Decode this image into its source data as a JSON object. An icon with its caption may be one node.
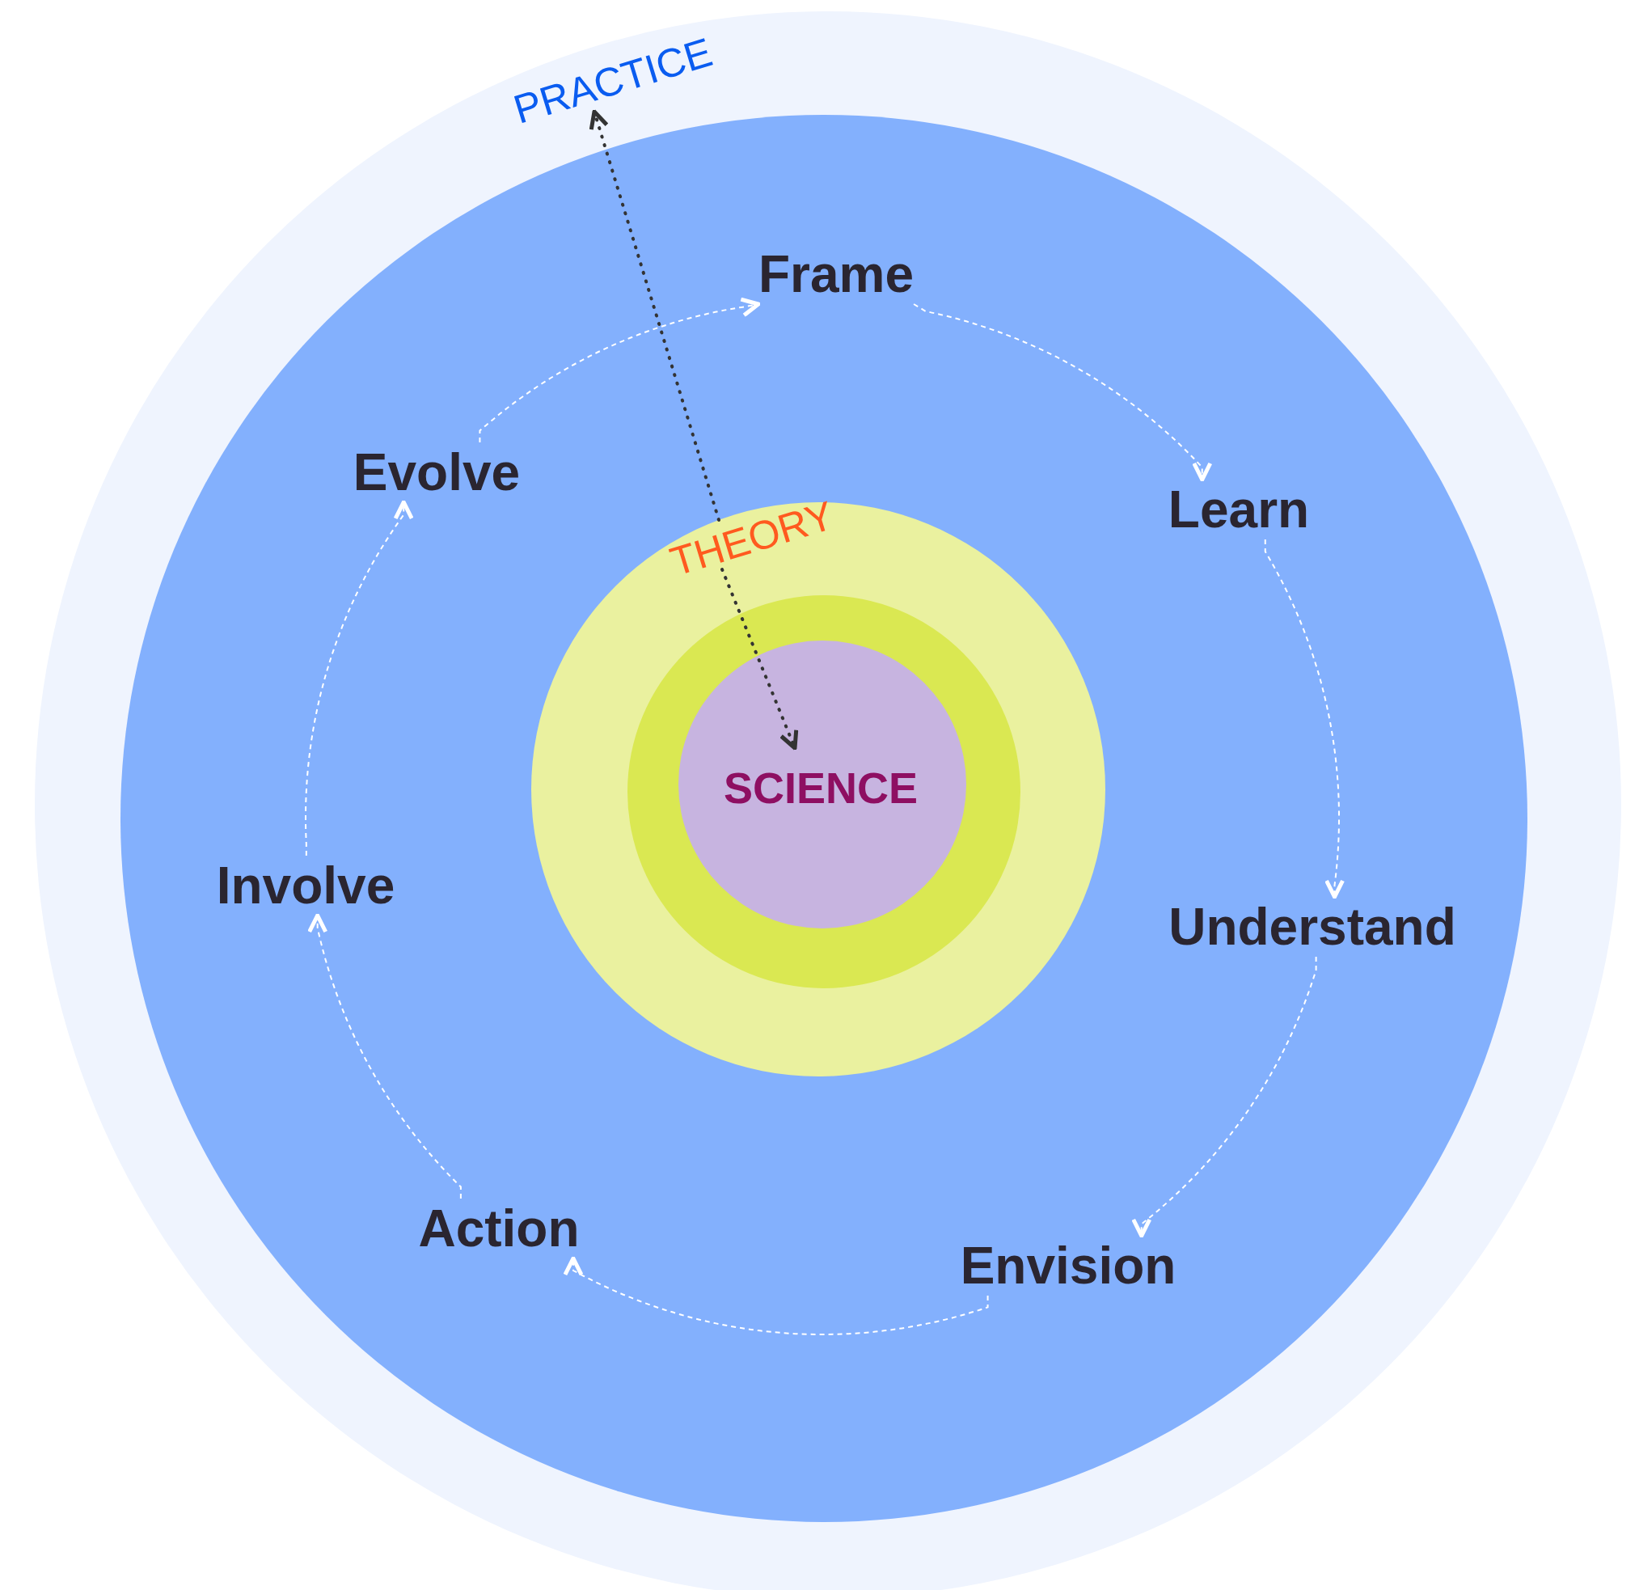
{
  "diagram": {
    "nodes": [
      {
        "text": [
          "PRACTICE"
        ]
      },
      {
        "text": [],
        "shape": "circle",
        "in": 0
      },
      {
        "text": [
          "Frame"
        ],
        "in": 1
      },
      {
        "text": [
          "Learn"
        ],
        "in": 1
      },
      {
        "text": [
          "Understand"
        ],
        "in": 1
      },
      {
        "text": [
          "Envision"
        ],
        "in": 1
      },
      {
        "text": [
          "Action"
        ],
        "in": 1
      },
      {
        "text": [
          "Involve"
        ],
        "in": 1
      },
      {
        "text": [
          "Evolve"
        ],
        "in": 1
      },
      {
        "text": [
          "THEORY"
        ],
        "in": 1
      },
      {
        "text": [],
        "shape": "circle",
        "in": 9
      },
      {
        "text": [
          "SCIENCE"
        ],
        "in": 10
      }
    ],
    "edges": [
      {
        "from": 2,
        "to": 3,
        "arrow": "to"
      },
      {
        "from": 3,
        "to": 4,
        "arrow": "to"
      },
      {
        "from": 4,
        "to": 5,
        "arrow": "to"
      },
      {
        "from": 5,
        "to": 6,
        "arrow": "to"
      },
      {
        "from": 6,
        "to": 7,
        "arrow": "to"
      },
      {
        "from": 7,
        "to": 8,
        "arrow": "to"
      },
      {
        "from": 8,
        "to": 2,
        "arrow": "to"
      },
      {
        "from": 9,
        "to": 0,
        "arrow": "to",
        "style": "dashed",
        "color": "#333333"
      },
      {
        "from": 9,
        "to": 11,
        "arrow": "to",
        "style": "dashed",
        "color": "#333333"
      }
    ]
  }
}
